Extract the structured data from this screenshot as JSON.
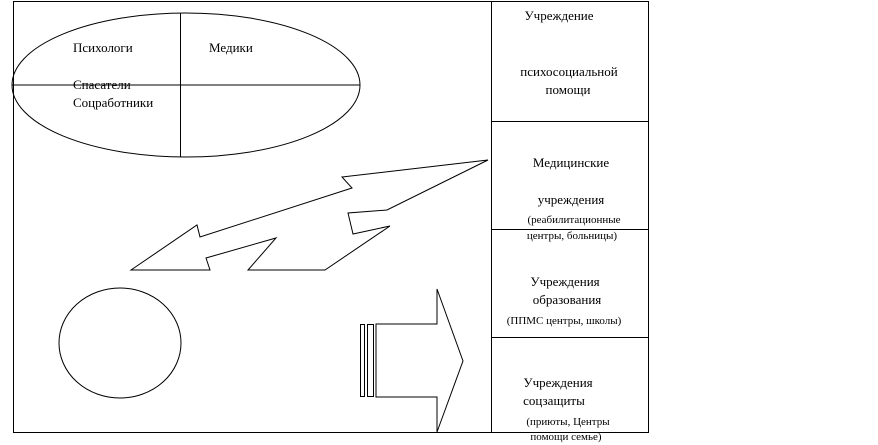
{
  "team": {
    "psychologists": "Психологи",
    "medics": "Медики",
    "rescuers": "Спасатели",
    "social_workers": "Соцработники"
  },
  "institutions": [
    {
      "lines": [
        "Учреждение",
        "психосоциальной",
        "помощи"
      ]
    },
    {
      "lines": [
        "Медицинские",
        "учреждения",
        "(реабилитационные",
        "центры, больницы)"
      ]
    },
    {
      "lines": [
        "Учреждения",
        "образования",
        "(ППМС центры, школы)"
      ]
    },
    {
      "lines": [
        "Учреждения",
        "соцзащиты",
        "(приюты, Центры",
        "помощи  семье)"
      ]
    }
  ]
}
